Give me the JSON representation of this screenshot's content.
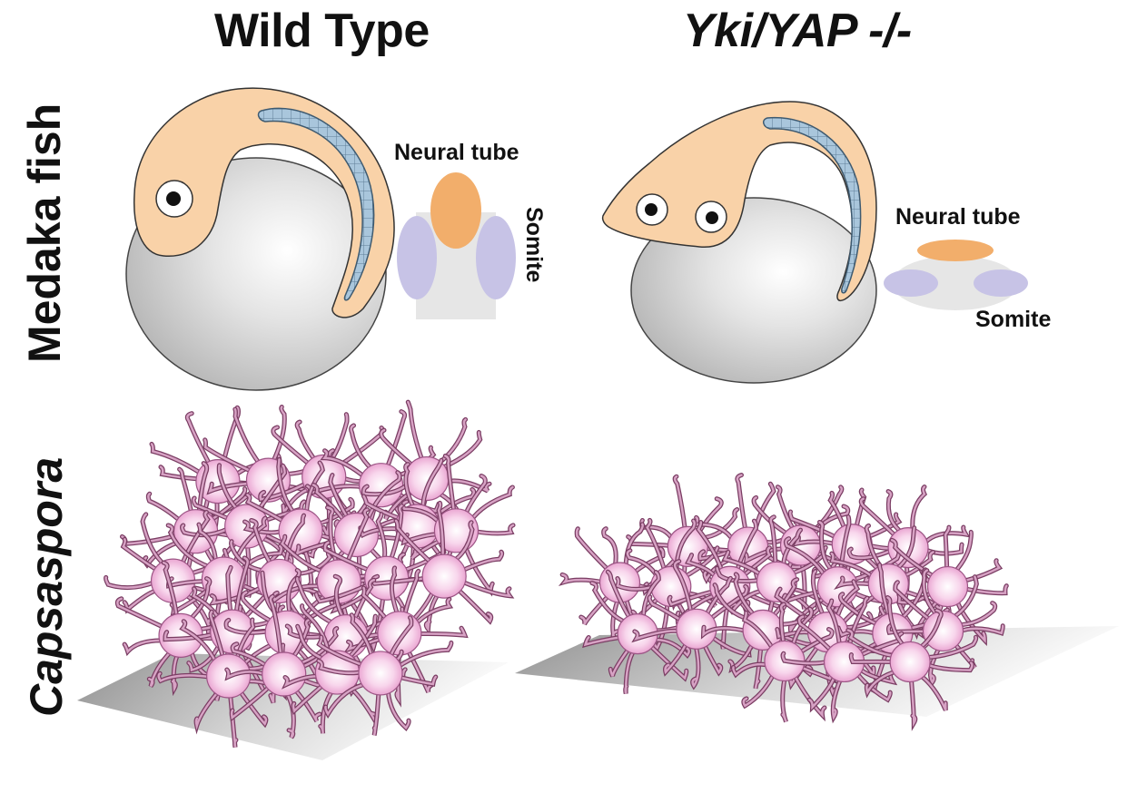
{
  "columns": {
    "wild_type": "Wild Type",
    "mutant": "Yki/YAP -/-"
  },
  "rows": {
    "medaka": "Medaka fish",
    "capsaspora": "Capsaspora"
  },
  "wild_type_inset": {
    "neural_tube": "Neural tube",
    "somite": "Somite"
  },
  "mutant_inset": {
    "neural_tube": "Neural tube",
    "somite": "Somite"
  },
  "colors": {
    "embryo_body": "#f9d2a8",
    "yolk": "#d9d9d9",
    "somite_stripe": "#a9c6dc",
    "neural_tube": "#f2ae6b",
    "somite": "#c7c3e6",
    "cell_pink": "#f6c6e6",
    "filopodia": "#b8679a"
  }
}
